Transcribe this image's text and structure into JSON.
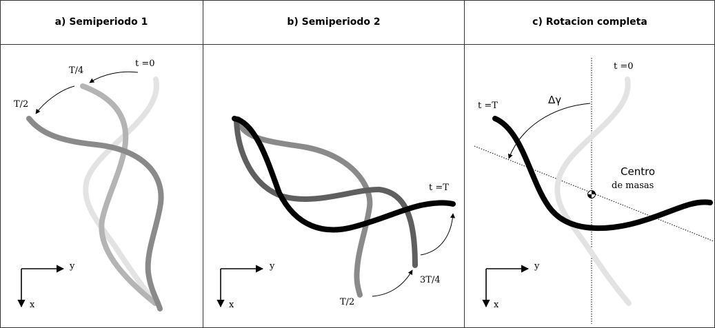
{
  "panels": [
    {
      "title": "a) Semiperiodo 1"
    },
    {
      "title": "b) Semiperiodo 2"
    },
    {
      "title": "c) Rotacion completa"
    }
  ],
  "panel_a": {
    "t0": "t =0",
    "t_quarter": "T/4",
    "t_half": "T/2"
  },
  "panel_b": {
    "t_half": "T/2",
    "t_three_quarter": "3T/4",
    "t_end": "t =T"
  },
  "panel_c": {
    "t0": "t =0",
    "t_end": "t =T",
    "angle": "Δγ",
    "center_line1": "Centro",
    "center_line2": "de masas"
  },
  "axes": {
    "x": "x",
    "y": "y"
  },
  "colors": {
    "very_light": "#e3e3e3",
    "light": "#b4b4b4",
    "medium": "#8a8a8a",
    "dark": "#5f5f5f",
    "black": "#000000"
  }
}
